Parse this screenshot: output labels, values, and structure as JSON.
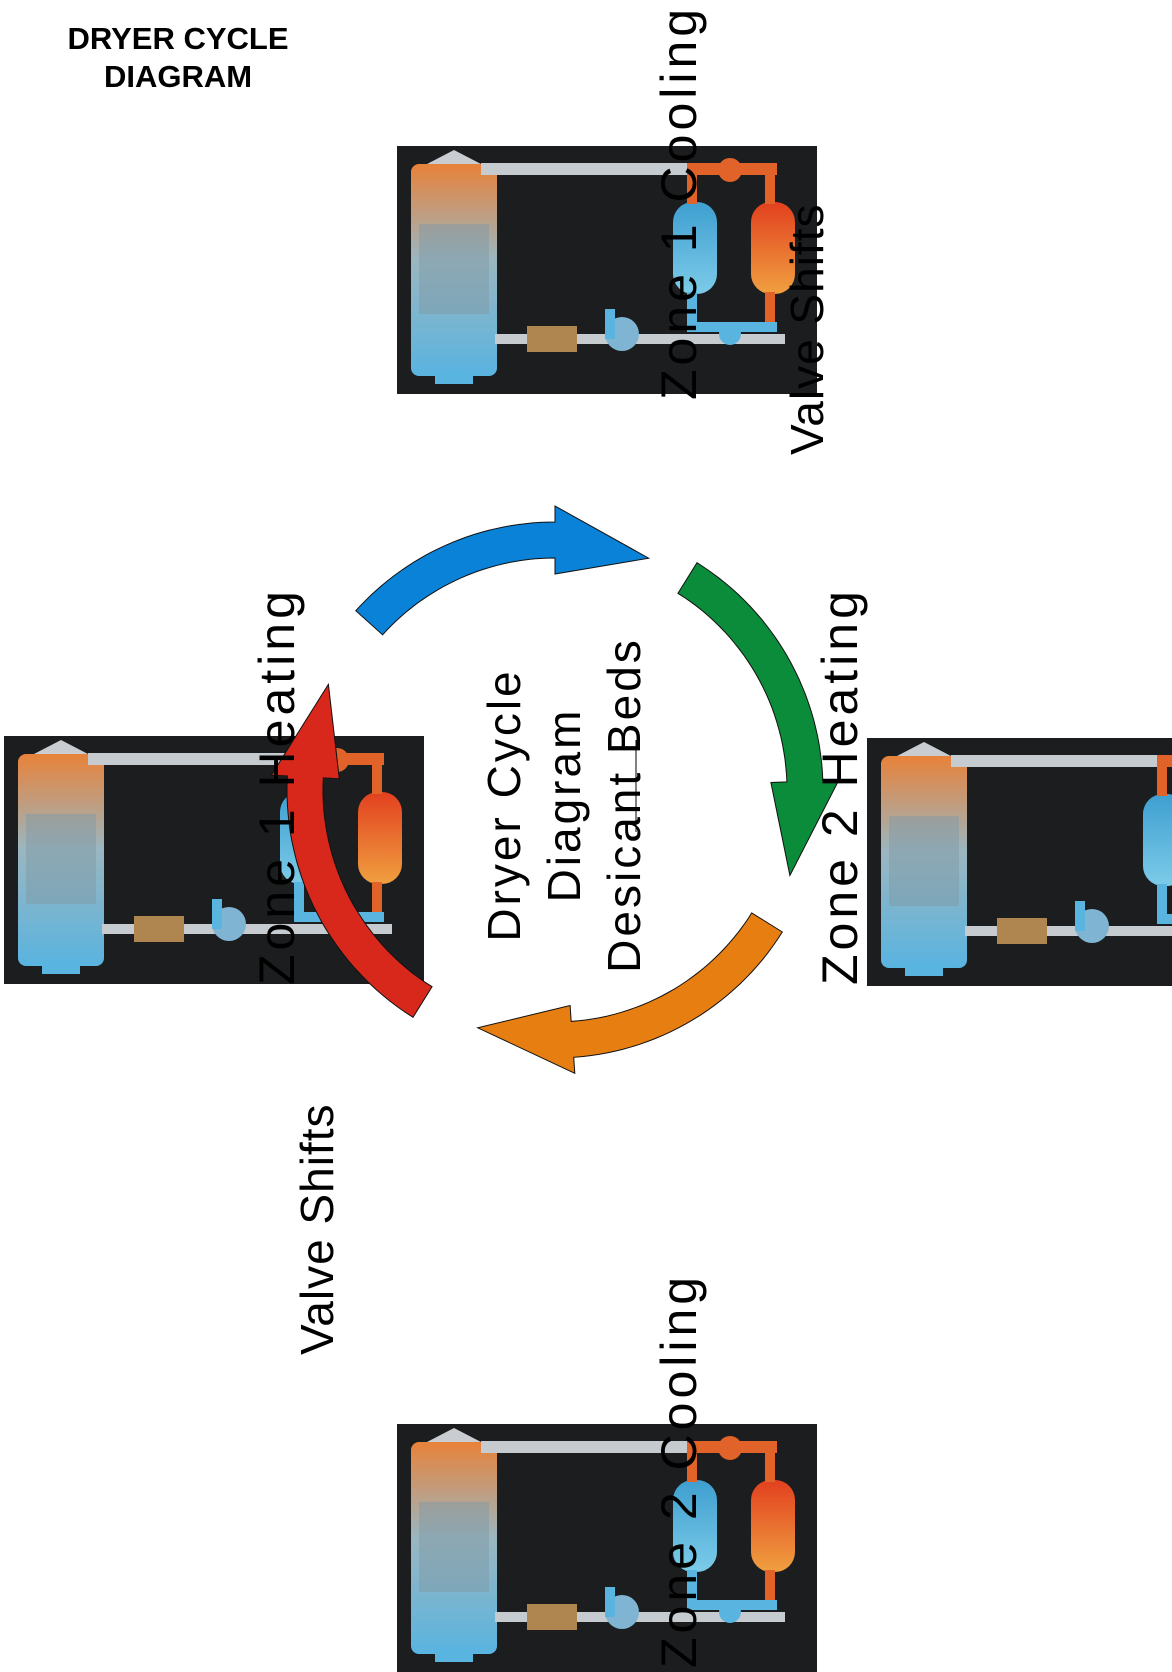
{
  "title": {
    "line1": "DRYER CYCLE",
    "line2": "DIAGRAM"
  },
  "center": {
    "line1": "Dryer Cycle",
    "line2": "Diagram",
    "line3": "Desicant Beds"
  },
  "zones": {
    "z1_cooling": "Zone 1 Cooling",
    "z1_heating": "Zone 1 Heating",
    "z2_heating": "Zone 2 Heating",
    "z2_cooling": "Zone 2 Cooling"
  },
  "valve_shifts": {
    "top": "Valve Shifts",
    "bottom": "Valve Shifts"
  },
  "arrows": [
    {
      "name": "blue-arrow",
      "color": "#0a82d8"
    },
    {
      "name": "green-arrow",
      "color": "#0a8c3a"
    },
    {
      "name": "orange-arrow",
      "color": "#e67e12"
    },
    {
      "name": "red-arrow",
      "color": "#d8281c"
    }
  ],
  "panel_colors": {
    "background": "#1b1d1f",
    "cold": "#59b4e0",
    "hot": "#e2632a",
    "pipe": "#c6cbd0"
  }
}
